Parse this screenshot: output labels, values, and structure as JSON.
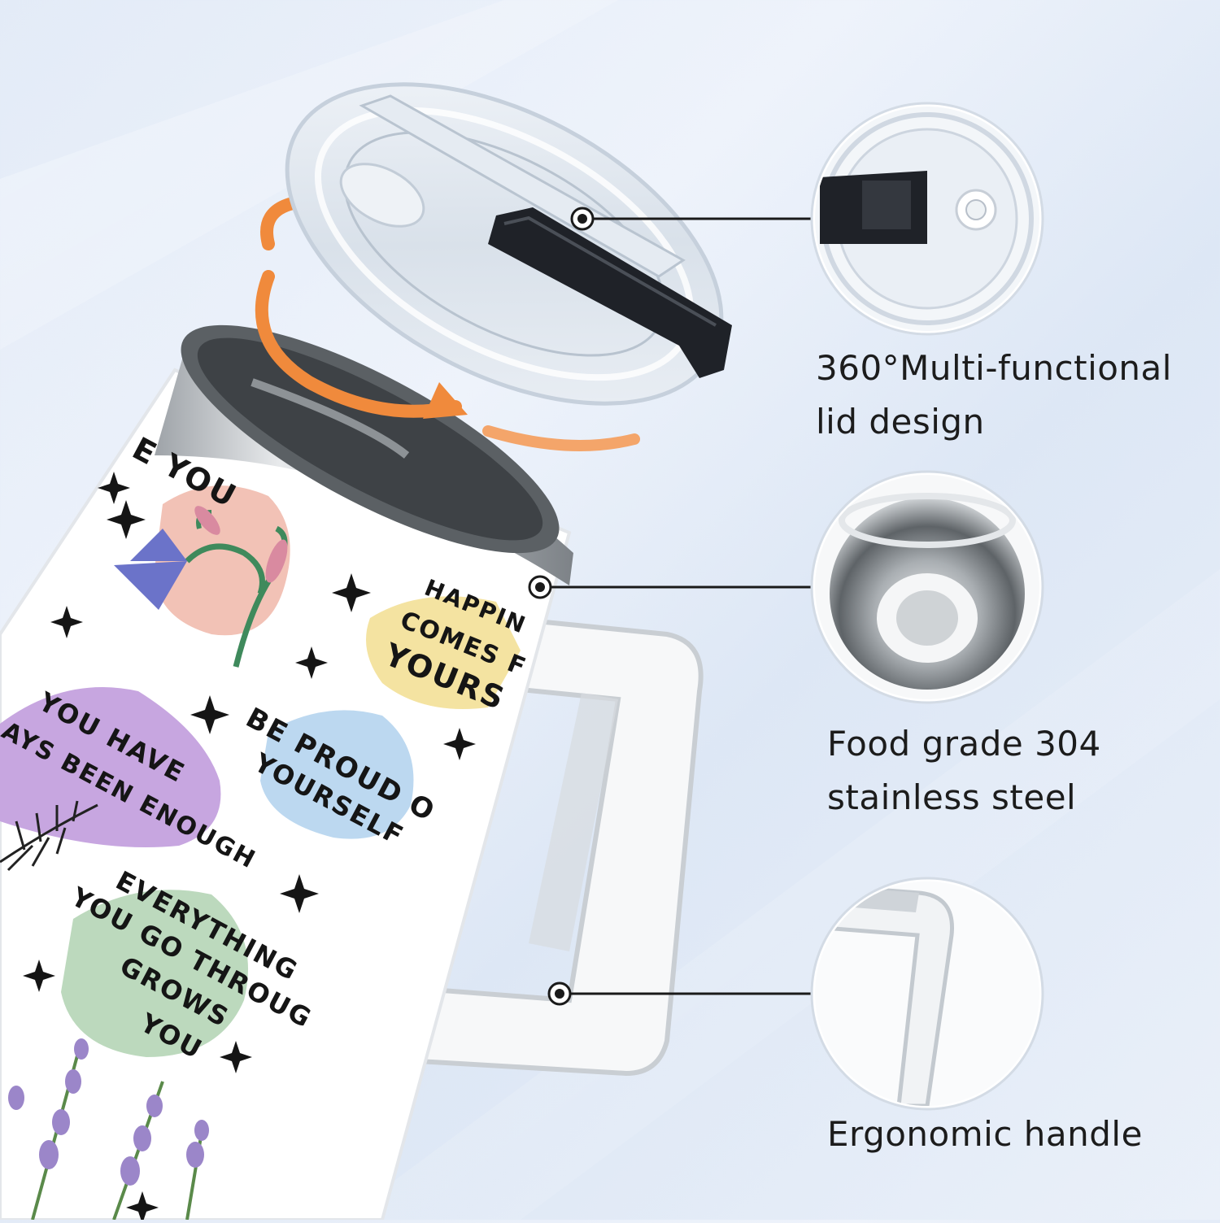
{
  "features": [
    {
      "id": "lid",
      "label": "360°Multi-functional\nlid design",
      "icon": "lid-icon"
    },
    {
      "id": "steel",
      "label": "Food grade 304\nstainless steel",
      "icon": "steel-interior-icon"
    },
    {
      "id": "handle",
      "label": "Ergonomic handle",
      "icon": "handle-icon"
    }
  ],
  "cup_print": {
    "phrase_1": "E YOU",
    "phrase_2a": "HAPPIN",
    "phrase_2b": "COMES F",
    "phrase_2c": "YOURS",
    "phrase_3a": "YOU HAVE",
    "phrase_3b": "AYS BEEN ENOUGH",
    "phrase_4a": "BE PROUD O",
    "phrase_4b": "YOURSELF",
    "phrase_5a": "EVERYTHING",
    "phrase_5b": "YOU GO THROUG",
    "phrase_5c": "GROWS",
    "phrase_5d": "YOU"
  },
  "colors": {
    "background": "#e6edf8",
    "rotation_arrow": "#f08a3c",
    "blob_pink": "#f2c2b6",
    "blob_yellow": "#f4e3a1",
    "blob_purple": "#c7a6e0",
    "blob_blue": "#bcd8f0",
    "blob_green": "#bcd9bd",
    "lid_latch": "#1f2228"
  }
}
